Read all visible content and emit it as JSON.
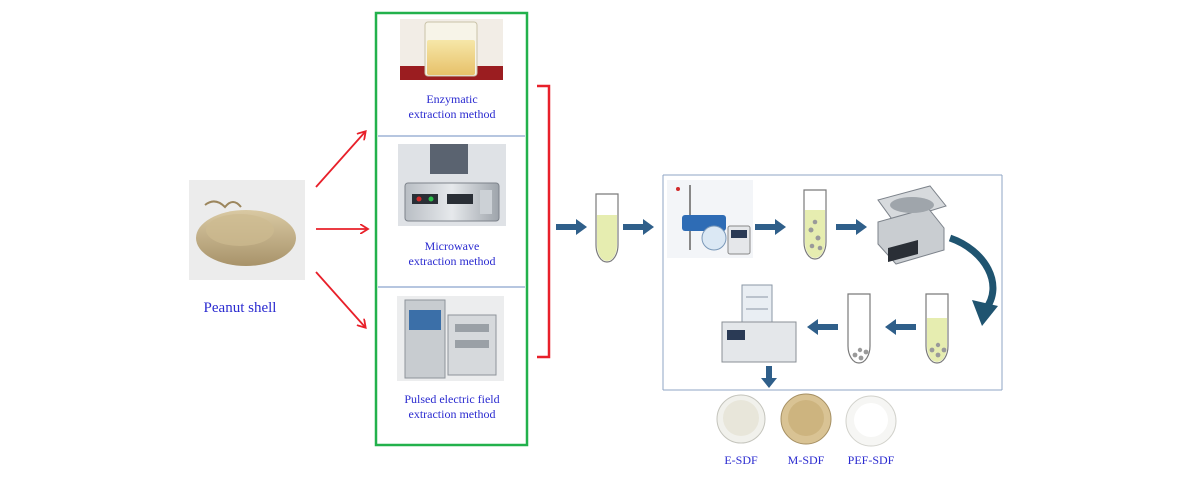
{
  "source": {
    "label": "Peanut shell"
  },
  "methods": [
    {
      "label": "Enzymatic\nextraction method"
    },
    {
      "label": "Microwave\nextraction method"
    },
    {
      "label": "Pulsed electric field\nextraction method"
    }
  ],
  "products": [
    {
      "label": "E-SDF"
    },
    {
      "label": "M-SDF"
    },
    {
      "label": "PEF-SDF"
    }
  ],
  "colors": {
    "frame_green": "#22b14c",
    "arrow_red": "#e8202a",
    "arrow_blue": "#2f5f8a",
    "text_blue": "#2b2bd0",
    "liquid_yellow": "#e6edb0"
  }
}
